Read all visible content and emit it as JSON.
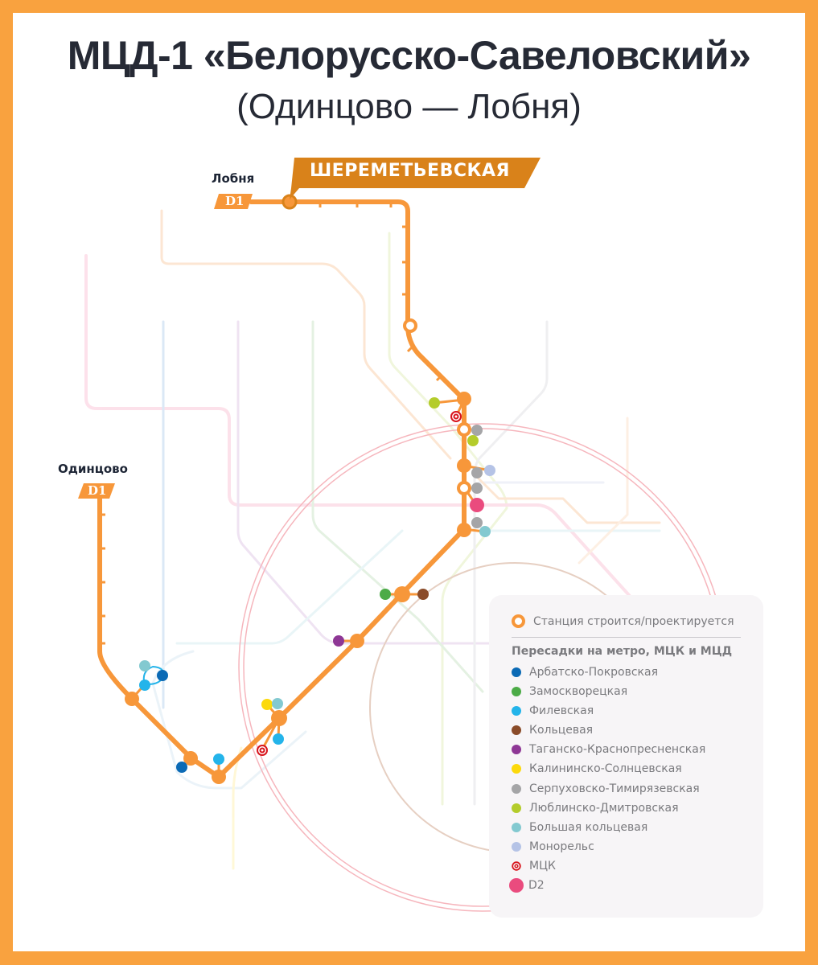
{
  "header": {
    "title": "МЦД-1 «Белорусско-Савеловский»",
    "subtitle": "(Одинцово — Лобня)"
  },
  "colors": {
    "frame": "#f9a23f",
    "line_d1": "#f7973a",
    "callout": "#d9821a",
    "text_dark": "#262a35"
  },
  "map": {
    "terminals": [
      {
        "name": "Лобня",
        "badge": "D1"
      },
      {
        "name": "Одинцово",
        "badge": "D1"
      }
    ],
    "callout": "ШЕРЕМЕТЬЕВСКАЯ"
  },
  "legend": {
    "under_construction": "Станция строится/проектируется",
    "heading": "Пересадки на метро, МЦК и МЦД",
    "items": [
      {
        "label": "Арбатско-Покровская",
        "color": "#0b6ab5",
        "icon": "dot"
      },
      {
        "label": "Замоскворецкая",
        "color": "#4cab47",
        "icon": "dot"
      },
      {
        "label": "Филевская",
        "color": "#24b4ea",
        "icon": "dot"
      },
      {
        "label": "Кольцевая",
        "color": "#8a4b29",
        "icon": "dot"
      },
      {
        "label": "Таганско-Краснопресненская",
        "color": "#8e3795",
        "icon": "dot"
      },
      {
        "label": "Калининско-Солнцевская",
        "color": "#fcd90b",
        "icon": "dot"
      },
      {
        "label": "Серпуховско-Тимирязевская",
        "color": "#a5a5a7",
        "icon": "dot"
      },
      {
        "label": "Люблинско-Дмитровская",
        "color": "#b4cc2b",
        "icon": "dot"
      },
      {
        "label": "Большая кольцевая",
        "color": "#83c9d0",
        "icon": "dot"
      },
      {
        "label": "Монорельс",
        "color": "#b5c3e6",
        "icon": "dot"
      },
      {
        "label": "МЦК",
        "color": "#d8141c",
        "icon": "mck-ring"
      },
      {
        "label": "D2",
        "color": "#ea4b7e",
        "icon": "big-dot"
      }
    ]
  }
}
